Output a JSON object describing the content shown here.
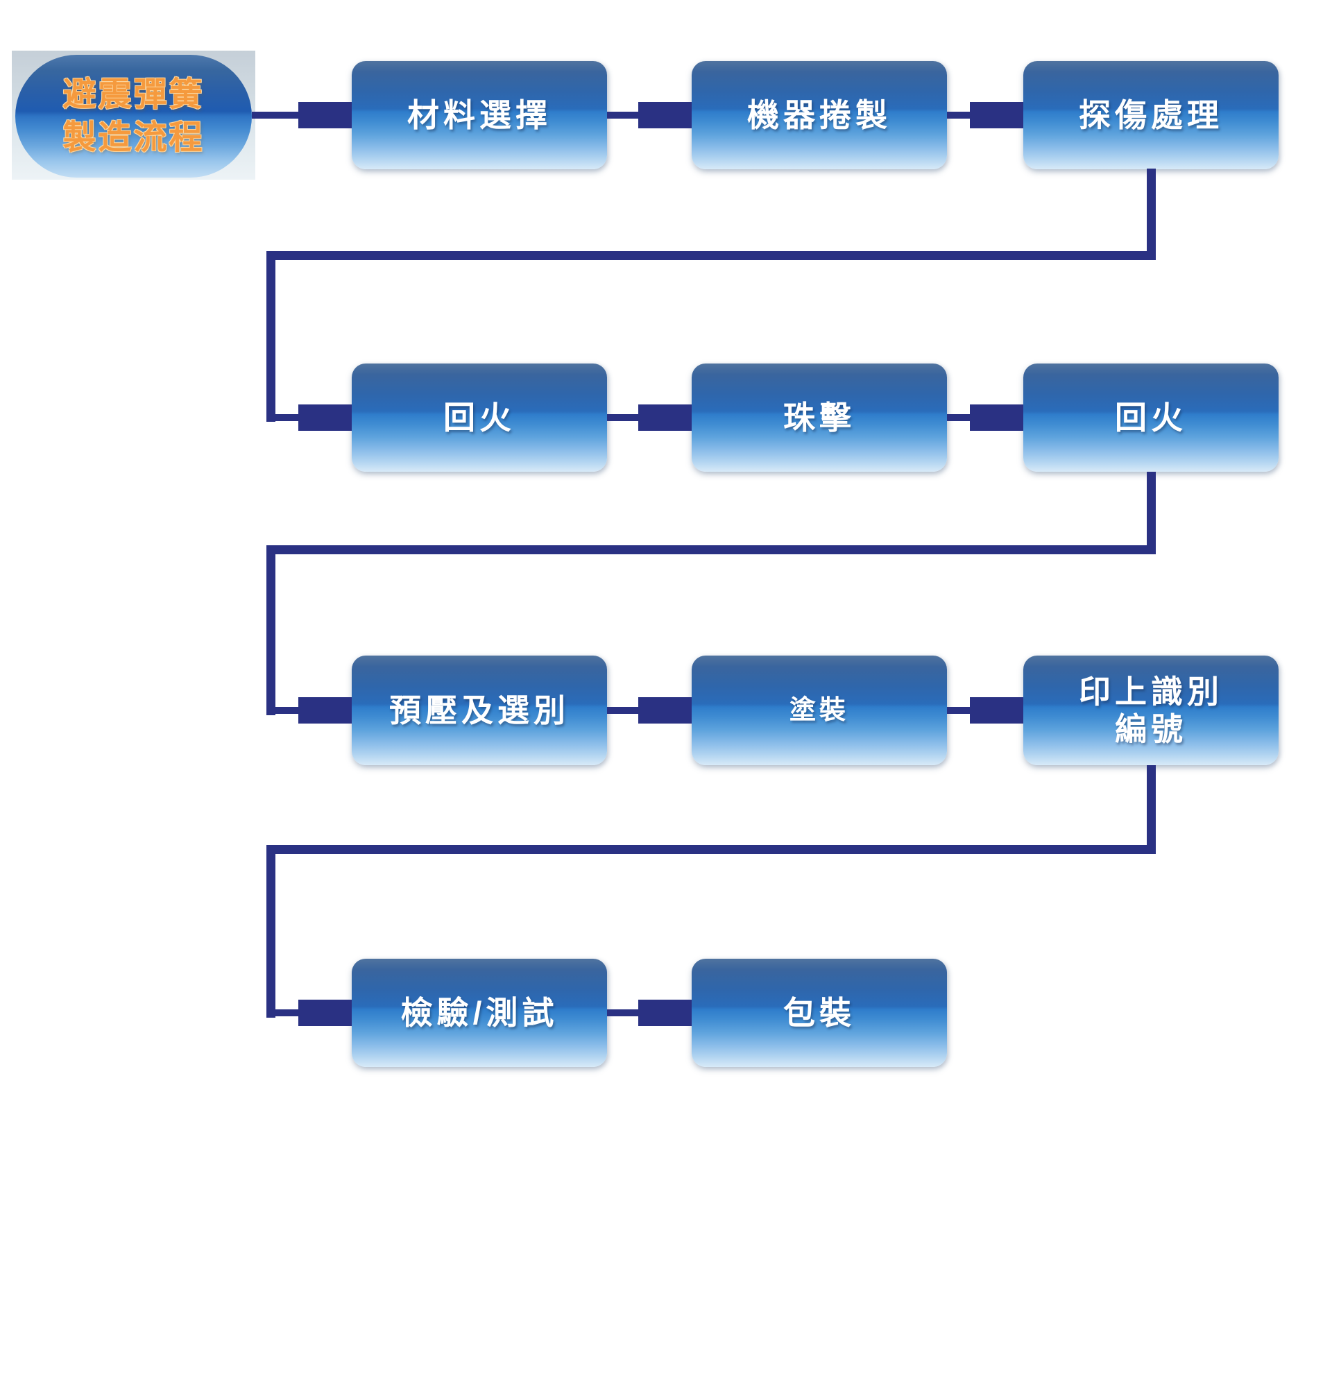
{
  "diagram": {
    "start": {
      "title": "避震彈簧\n製造流程"
    },
    "steps": [
      {
        "label": "材料選擇"
      },
      {
        "label": "機器捲製"
      },
      {
        "label": "探傷處理"
      },
      {
        "label": "回火"
      },
      {
        "label": "珠擊"
      },
      {
        "label": "回火"
      },
      {
        "label": "預壓及選別"
      },
      {
        "label": "塗裝"
      },
      {
        "label": "印上識別\n編號"
      },
      {
        "label": "檢驗/測試"
      },
      {
        "label": "包裝"
      }
    ],
    "colors": {
      "connector": "#2a3183",
      "box_text": "#ffffff",
      "title_text": "#f59a3e"
    }
  }
}
